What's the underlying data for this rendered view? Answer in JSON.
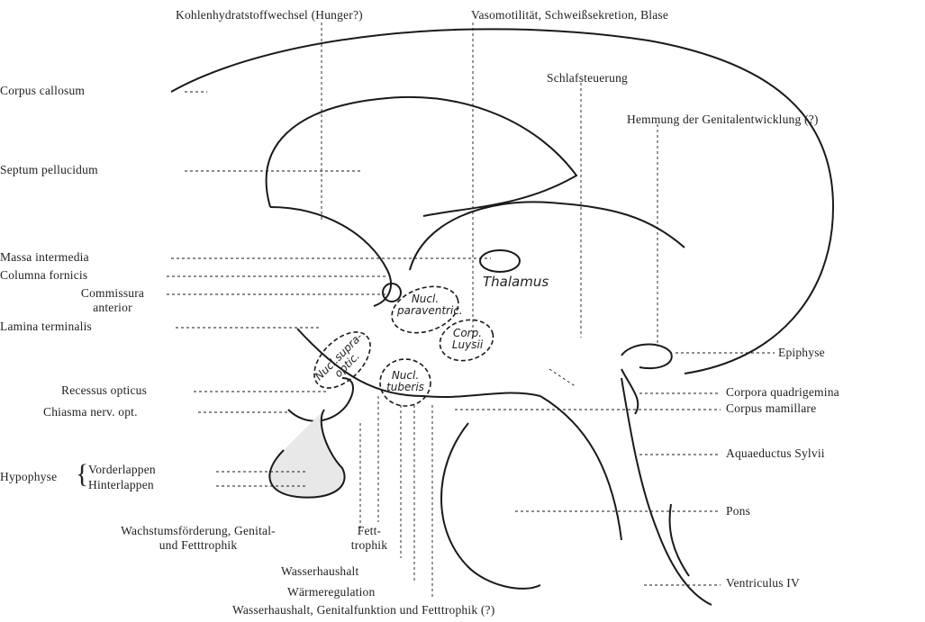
{
  "labels": {
    "kohlenhydrat": "Kohlenhydratstoffwechsel (Hunger?)",
    "vasomotilitaet": "Vasomotilität, Schweißsekretion, Blase",
    "corpus_callosum": "Corpus callosum",
    "schlafsteuerung": "Schlafsteuerung",
    "hemmung": "Hemmung der Genitalentwicklung (?)",
    "septum": "Septum pellucidum",
    "massa": "Massa intermedia",
    "columna": "Columna fornicis",
    "commissura_1": "Commissura",
    "commissura_2": "anterior",
    "lamina": "Lamina terminalis",
    "epiphyse": "Epiphyse",
    "recessus": "Recessus opticus",
    "chiasma": "Chiasma nerv. opt.",
    "corpora_quadrigemina": "Corpora quadrigemina",
    "corpus_mamillare": "Corpus mamillare",
    "hypophyse": "Hypophyse",
    "vorderlappen": "Vorderlappen",
    "hinterlappen": "Hinterlappen",
    "aquaeductus": "Aquaeductus Sylvii",
    "pons": "Pons",
    "wachstum_1": "Wachstumsförderung, Genital-",
    "wachstum_2": "und Fetttrophik",
    "fett_1": "Fett-",
    "fett_2": "trophik",
    "wasserhaushalt": "Wasserhaushalt",
    "waermeregulation": "Wärmeregulation",
    "ventriculus": "Ventriculus IV",
    "wasser_genital": "Wasserhaushalt, Genitalfunktion und Fetttrophik (?)"
  },
  "nuclei": {
    "paraventr_1": "Nucl.",
    "paraventr_2": "paraventric.",
    "supraopt_1": "Nucl.supra-",
    "supraopt_2": "optic.",
    "tuberis_1": "Nucl.",
    "tuberis_2": "tuberis",
    "luysii_1": "Corp.",
    "luysii_2": "Luysii",
    "thalamus": "Thalamus"
  }
}
